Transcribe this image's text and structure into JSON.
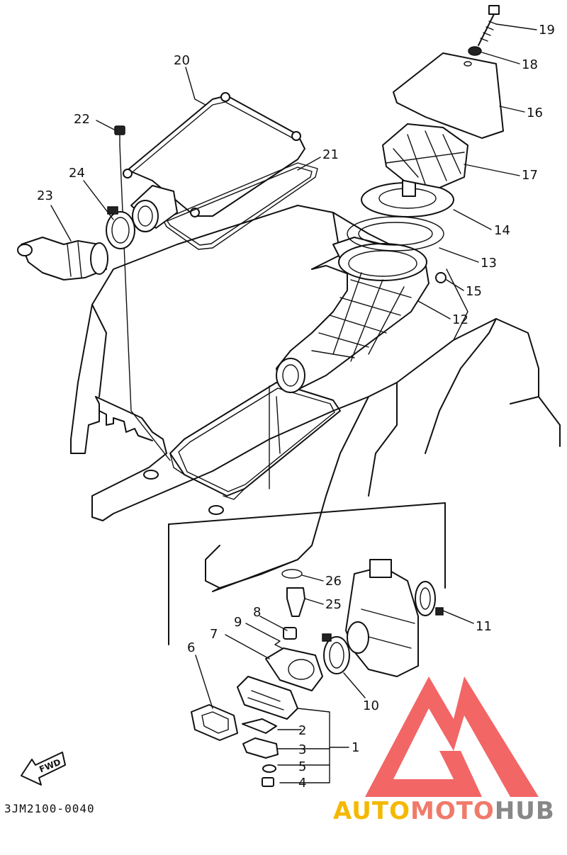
{
  "diagram_code": "3JM2100-0040",
  "fwd_label": "FWD",
  "watermark": {
    "word_a": "AUTO",
    "word_b": "MOTO",
    "word_c": "HUB",
    "color_a": "#f5b800",
    "color_b": "#f07a6a",
    "color_c": "#888888",
    "logo_color": "#f04b4b"
  },
  "callouts": [
    {
      "id": "1",
      "label": "1"
    },
    {
      "id": "2",
      "label": "2"
    },
    {
      "id": "3",
      "label": "3"
    },
    {
      "id": "4",
      "label": "4"
    },
    {
      "id": "5",
      "label": "5"
    },
    {
      "id": "6",
      "label": "6"
    },
    {
      "id": "7",
      "label": "7"
    },
    {
      "id": "8",
      "label": "8"
    },
    {
      "id": "9",
      "label": "9"
    },
    {
      "id": "10",
      "label": "10"
    },
    {
      "id": "11",
      "label": "11"
    },
    {
      "id": "12",
      "label": "12"
    },
    {
      "id": "13",
      "label": "13"
    },
    {
      "id": "14",
      "label": "14"
    },
    {
      "id": "15",
      "label": "15"
    },
    {
      "id": "16",
      "label": "16"
    },
    {
      "id": "17",
      "label": "17"
    },
    {
      "id": "18",
      "label": "18"
    },
    {
      "id": "19",
      "label": "19"
    },
    {
      "id": "20",
      "label": "20"
    },
    {
      "id": "21",
      "label": "21"
    },
    {
      "id": "22",
      "label": "22"
    },
    {
      "id": "23",
      "label": "23"
    },
    {
      "id": "24",
      "label": "24"
    },
    {
      "id": "25",
      "label": "25"
    },
    {
      "id": "26",
      "label": "26"
    }
  ]
}
